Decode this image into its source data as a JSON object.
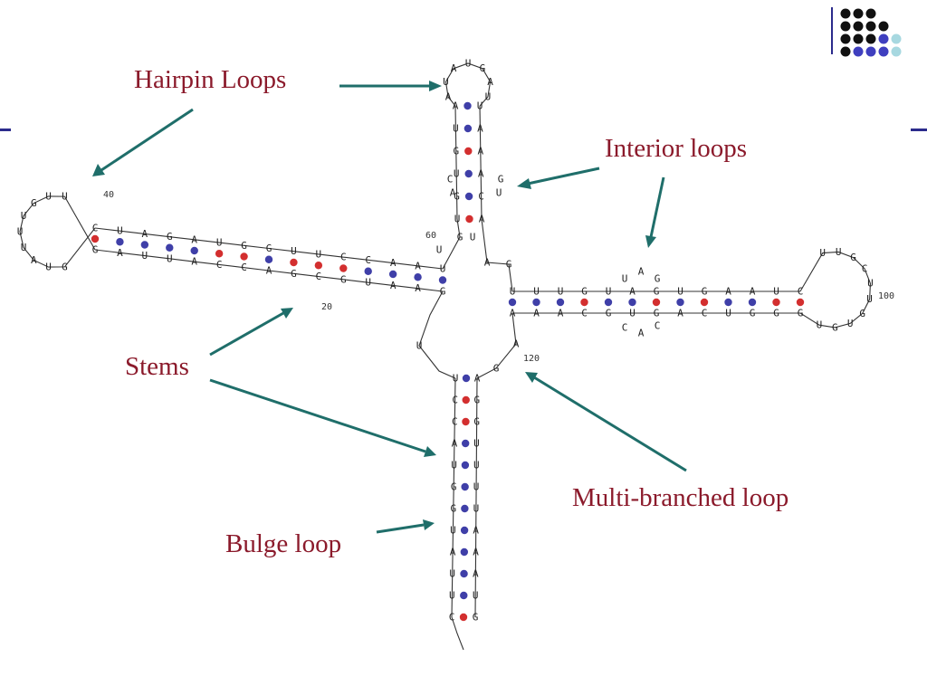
{
  "labels": {
    "hairpin": "Hairpin Loops",
    "interior": "Interior loops",
    "stems": "Stems",
    "bulge": "Bulge loop",
    "multi": "Multi-branched loop"
  },
  "numbers": {
    "n20": "20",
    "n40": "40",
    "n60": "60",
    "n100": "100",
    "n120": "120"
  },
  "colors": {
    "label_text": "#8b1a2b",
    "arrow": "#1f6e6a",
    "gc_pair": "#d32f2f",
    "au_pair": "#3f3fa8",
    "gu_pair": "#3f3fa8",
    "corner_dark": "#111111",
    "corner_blue": "#3f3fbf",
    "corner_light": "#a7d8e0",
    "rule": "#2b2b8c"
  },
  "molecule": {
    "stem_top": {
      "left": [
        "A",
        "U",
        "G",
        "U",
        "G",
        "U"
      ],
      "right": [
        "U",
        "A",
        "A",
        "A",
        "C",
        "A"
      ],
      "pairs": [
        "au",
        "gu",
        "gc",
        "au",
        "au",
        "gc"
      ]
    },
    "stem_left": {
      "top": [
        "C",
        "U",
        "A",
        "G",
        "A",
        "U",
        "G",
        "G",
        "U",
        "U",
        "C",
        "C",
        "A",
        "A",
        "U"
      ],
      "bottom": [
        "G",
        "A",
        "U",
        "U",
        "A",
        "C",
        "C",
        "A",
        "G",
        "C",
        "G",
        "U",
        "A",
        "A",
        "G"
      ],
      "pairs": [
        "gc",
        "au",
        "au",
        "au",
        "au",
        "gc",
        "gc",
        "au",
        "gc",
        "gc",
        "gc",
        "au",
        "au",
        "au",
        "gu"
      ]
    },
    "stem_right": {
      "top": [
        "U",
        "U",
        "U",
        "G",
        "U",
        "A",
        "G",
        "U",
        "G",
        "A",
        "A",
        "U",
        "C"
      ],
      "bottom": [
        "A",
        "A",
        "A",
        "C",
        "G",
        "U",
        "G",
        "A",
        "C",
        "U",
        "G",
        "G",
        "G"
      ],
      "pairs": [
        "au",
        "au",
        "au",
        "gc",
        "gu",
        "au",
        "gc",
        "au",
        "gc",
        "au",
        "au",
        "gc",
        "gc"
      ]
    },
    "stem_bottom": {
      "left": [
        "U",
        "C",
        "C",
        "A",
        "U",
        "G",
        "G",
        "U",
        "A",
        "U",
        "U",
        "C"
      ],
      "right": [
        "A",
        "G",
        "G",
        "U",
        "U",
        "U",
        "U",
        "A",
        "A",
        "A",
        "U",
        "G"
      ],
      "pairs": [
        "au",
        "gc",
        "gc",
        "au",
        "au",
        "gu",
        "gu",
        "au",
        "au",
        "au",
        "au",
        "gc"
      ]
    },
    "loop_top": [
      "A",
      "U",
      "A",
      "U",
      "G",
      "A",
      "U"
    ],
    "loop_left": [
      "U",
      "U",
      "G",
      "U",
      "U",
      "U",
      "A",
      "U",
      "G"
    ],
    "loop_right": [
      "U",
      "U",
      "G",
      "C",
      "U",
      "U",
      "G",
      "U",
      "G",
      "U"
    ],
    "interior_top": [
      "C",
      "A",
      "G",
      "U"
    ],
    "interior_right": [
      "U",
      "A",
      "G",
      "C",
      "A",
      "C"
    ],
    "junction": [
      "U",
      "G",
      "U",
      "A",
      "G",
      "U",
      "G",
      "A"
    ]
  }
}
